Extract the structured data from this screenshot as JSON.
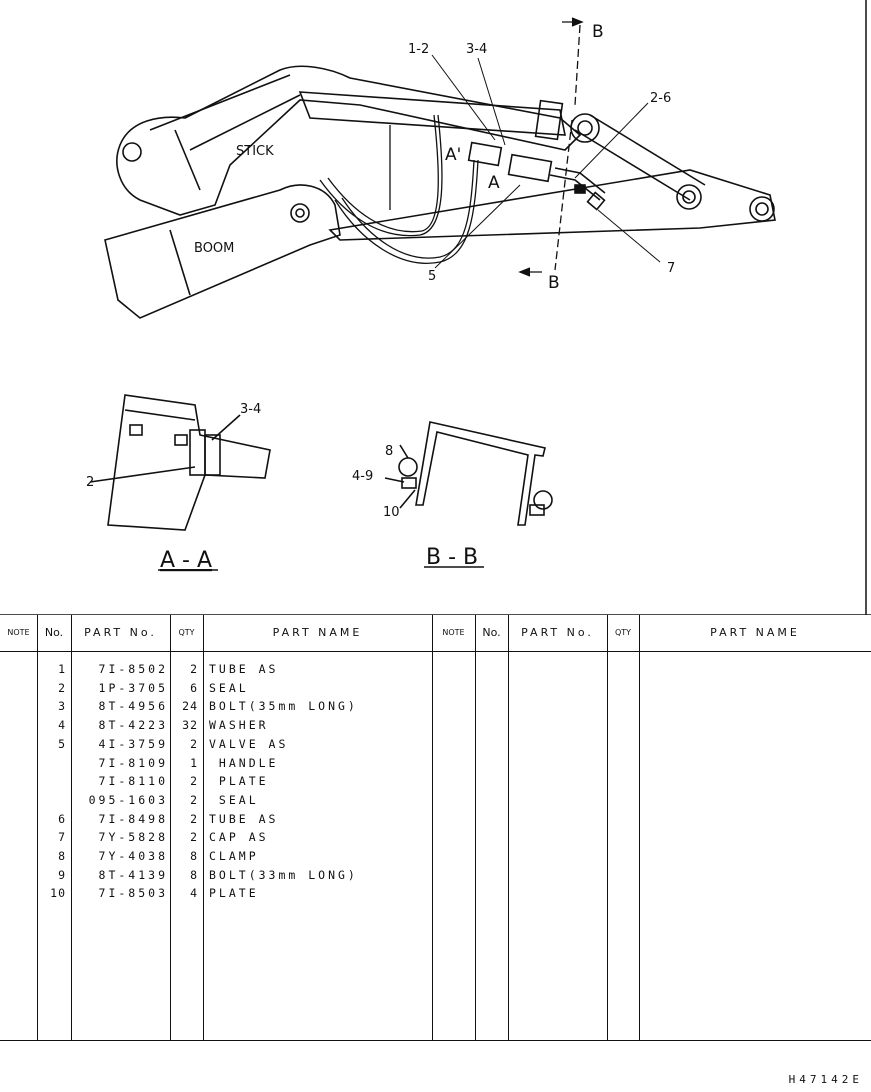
{
  "drawing": {
    "labels": {
      "stick": "STICK",
      "boom": "BOOM",
      "callout_1_2": "1-2",
      "callout_3_4": "3-4",
      "callout_2_6": "2-6",
      "callout_5": "5",
      "callout_7": "7",
      "section_a": "A",
      "section_a_prime": "A'",
      "section_b_top": "B",
      "section_b_bottom": "B",
      "aa_callout_3_4": "3-4",
      "aa_callout_2": "2",
      "bb_callout_8": "8",
      "bb_callout_4_9": "4-9",
      "bb_callout_10": "10"
    },
    "section_titles": {
      "aa": "A - A",
      "bb": "B - B"
    }
  },
  "table": {
    "headers": {
      "note": "NOTE",
      "no": "No.",
      "part_no": "PART No.",
      "qty": "QTY",
      "part_name": "PART NAME",
      "note2": "NOTE",
      "no2": "No.",
      "part_no2": "PART No.",
      "qty2": "QTY",
      "part_name2": "PART NAME"
    },
    "rows": [
      {
        "no": "1",
        "part_no": "7I-8502",
        "qty": "2",
        "name": "TUBE AS"
      },
      {
        "no": "2",
        "part_no": "1P-3705",
        "qty": "6",
        "name": "SEAL"
      },
      {
        "no": "3",
        "part_no": "8T-4956",
        "qty": "24",
        "name": "BOLT(35mm LONG)"
      },
      {
        "no": "4",
        "part_no": "8T-4223",
        "qty": "32",
        "name": "WASHER"
      },
      {
        "no": "5",
        "part_no": "4I-3759",
        "qty": "2",
        "name": "VALVE AS"
      },
      {
        "no": "",
        "part_no": "7I-8109",
        "qty": "1",
        "name": " HANDLE"
      },
      {
        "no": "",
        "part_no": "7I-8110",
        "qty": "2",
        "name": " PLATE"
      },
      {
        "no": "",
        "part_no": "095-1603",
        "qty": "2",
        "name": " SEAL"
      },
      {
        "no": "6",
        "part_no": "7I-8498",
        "qty": "2",
        "name": "TUBE AS"
      },
      {
        "no": "7",
        "part_no": "7Y-5828",
        "qty": "2",
        "name": "CAP AS"
      },
      {
        "no": "8",
        "part_no": "7Y-4038",
        "qty": "8",
        "name": "CLAMP"
      },
      {
        "no": "9",
        "part_no": "8T-4139",
        "qty": "8",
        "name": "BOLT(33mm LONG)"
      },
      {
        "no": "10",
        "part_no": "7I-8503",
        "qty": "4",
        "name": "PLATE"
      }
    ]
  },
  "doc_id": "H47142E"
}
